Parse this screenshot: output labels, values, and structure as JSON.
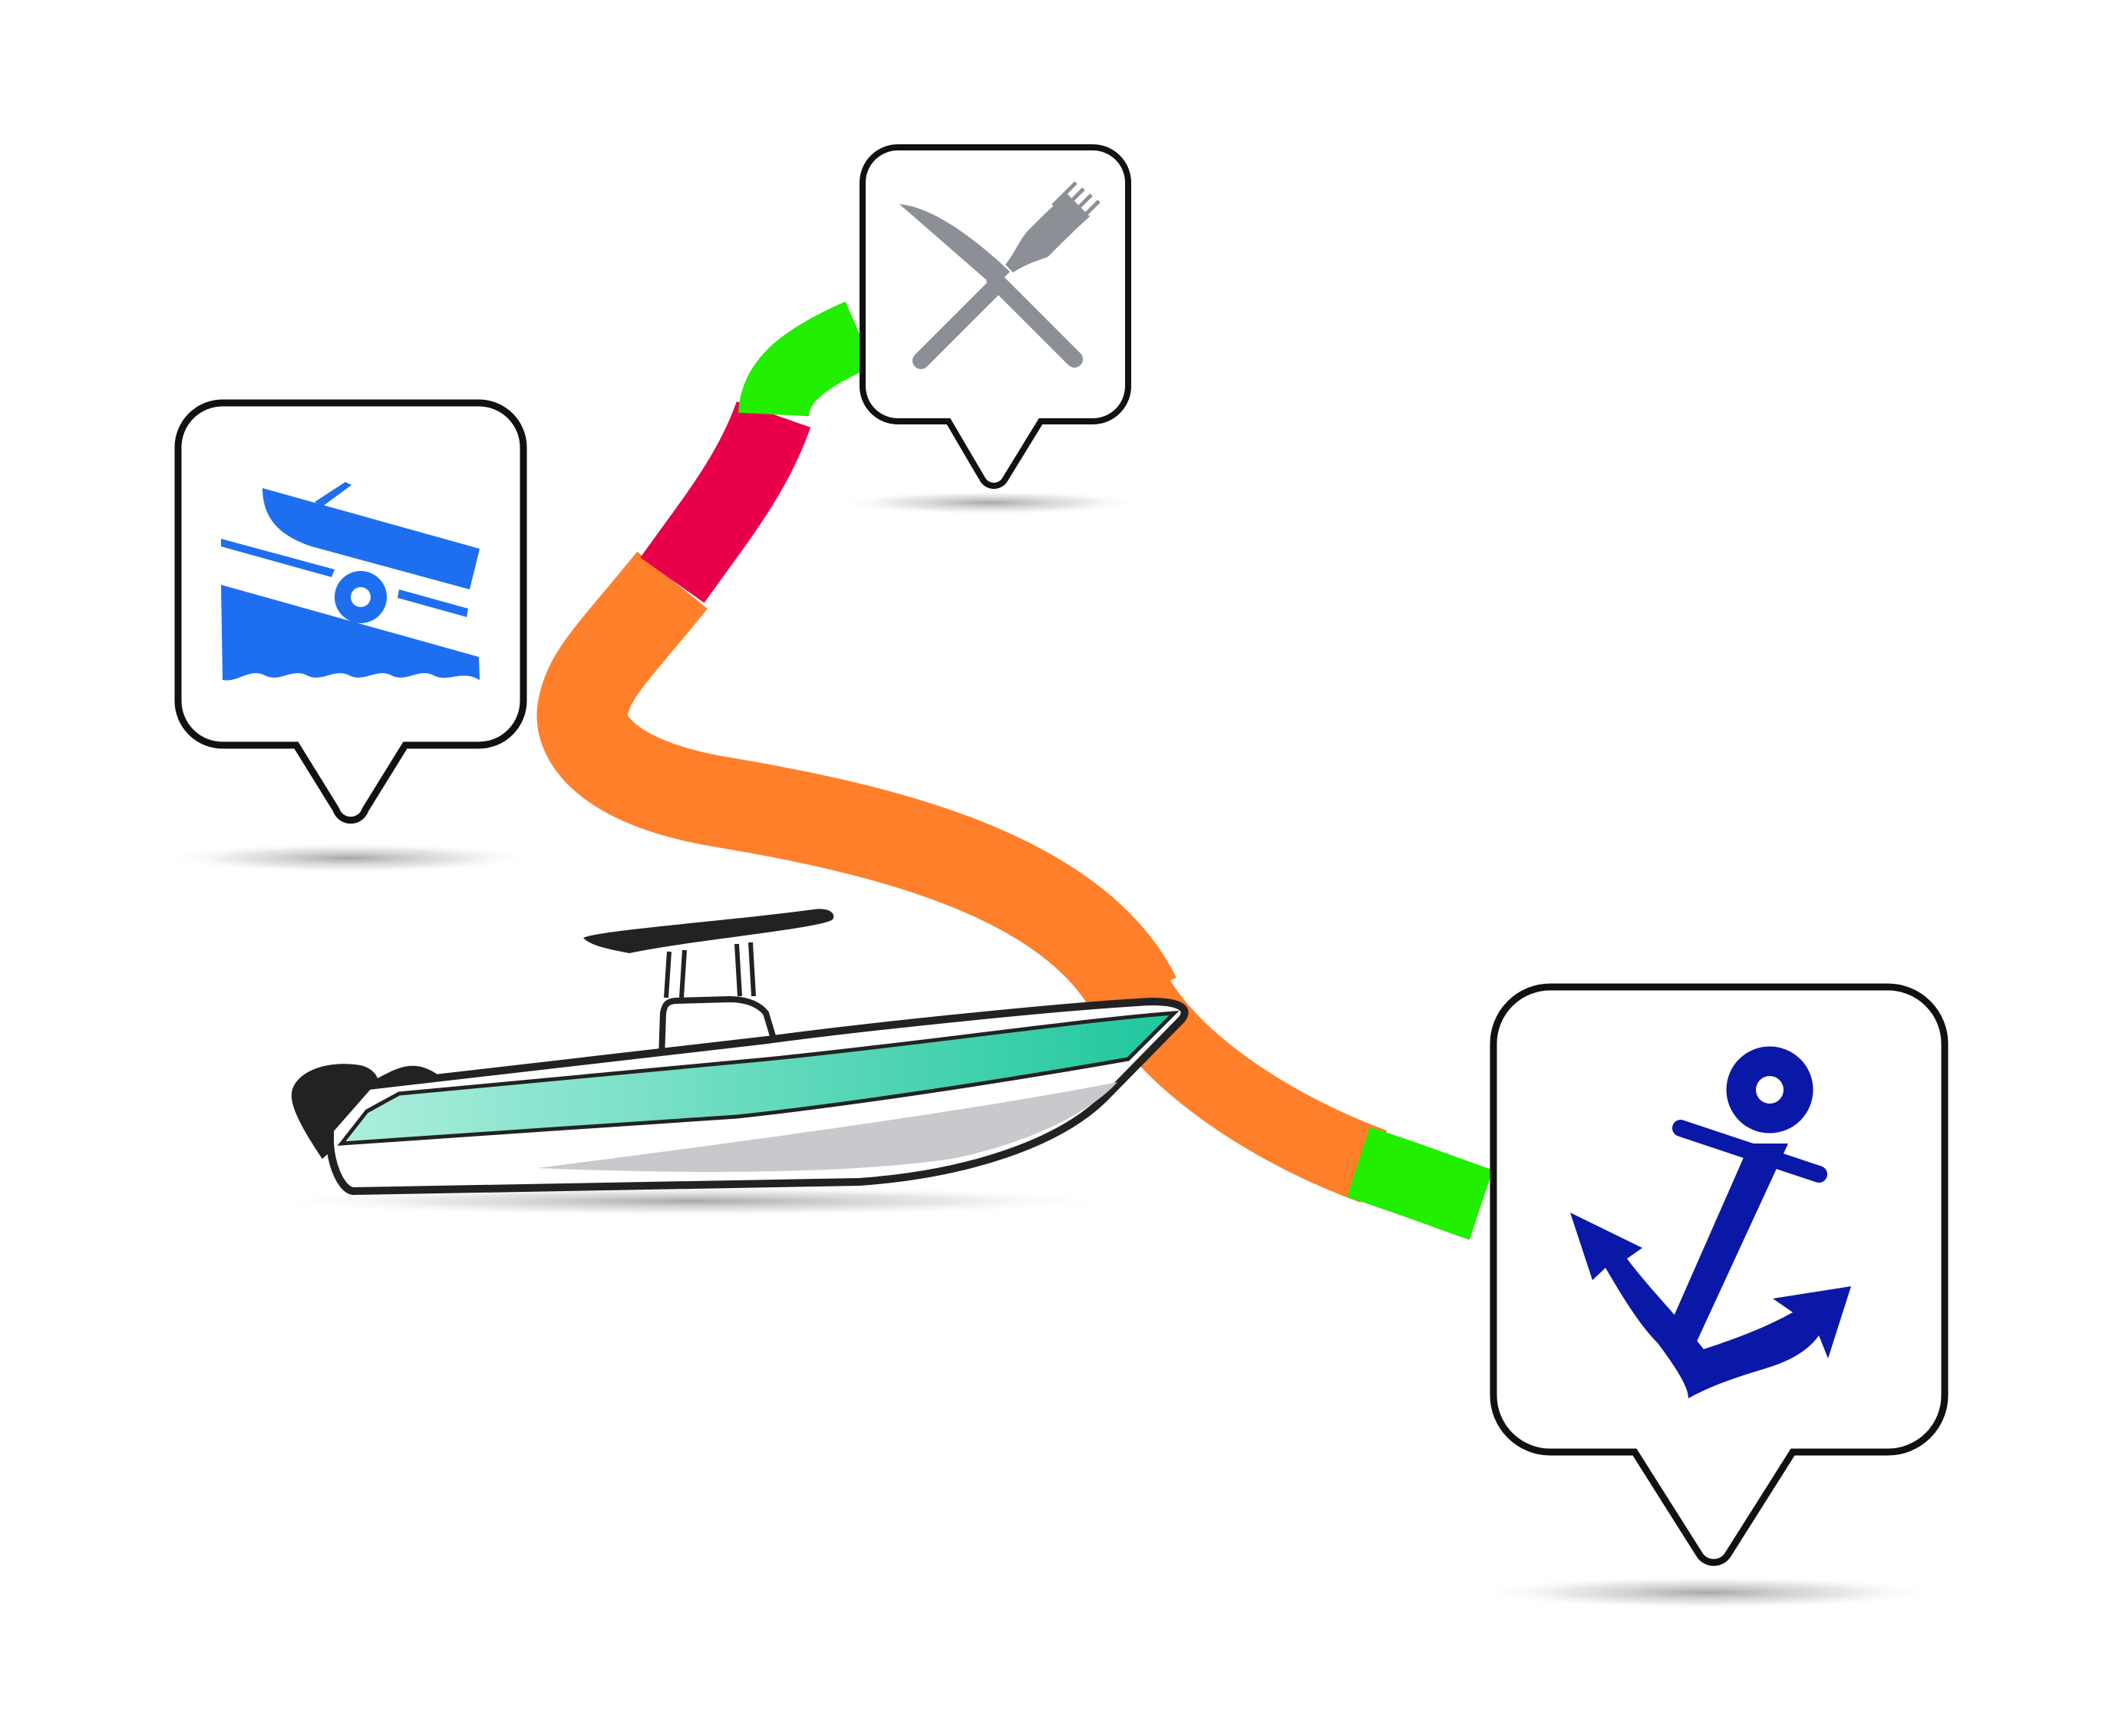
{
  "colors": {
    "background": "#ffffff",
    "route_orange": "#ff7f2a",
    "route_green": "#22ee00",
    "route_red": "#e8004a",
    "pin_border": "#111111",
    "pin_fill": "#ffffff",
    "launch_blue": "#1e6ff0",
    "cutlery_gray": "#8c8f96",
    "anchor_navy": "#0a18a8",
    "boat_hull_teal_start": "#aeeedd",
    "boat_hull_teal_end": "#1ec79e",
    "boat_outline": "#222222",
    "boat_gray": "#c8c9cc"
  },
  "pins": [
    {
      "icon": "boat-launch-icon"
    },
    {
      "icon": "restaurant-cutlery-icon"
    },
    {
      "icon": "anchor-icon"
    }
  ],
  "route": {
    "segments": [
      "orange",
      "red",
      "green",
      "orange",
      "green"
    ]
  },
  "boat": {
    "icon": "center-console-boat-icon"
  }
}
